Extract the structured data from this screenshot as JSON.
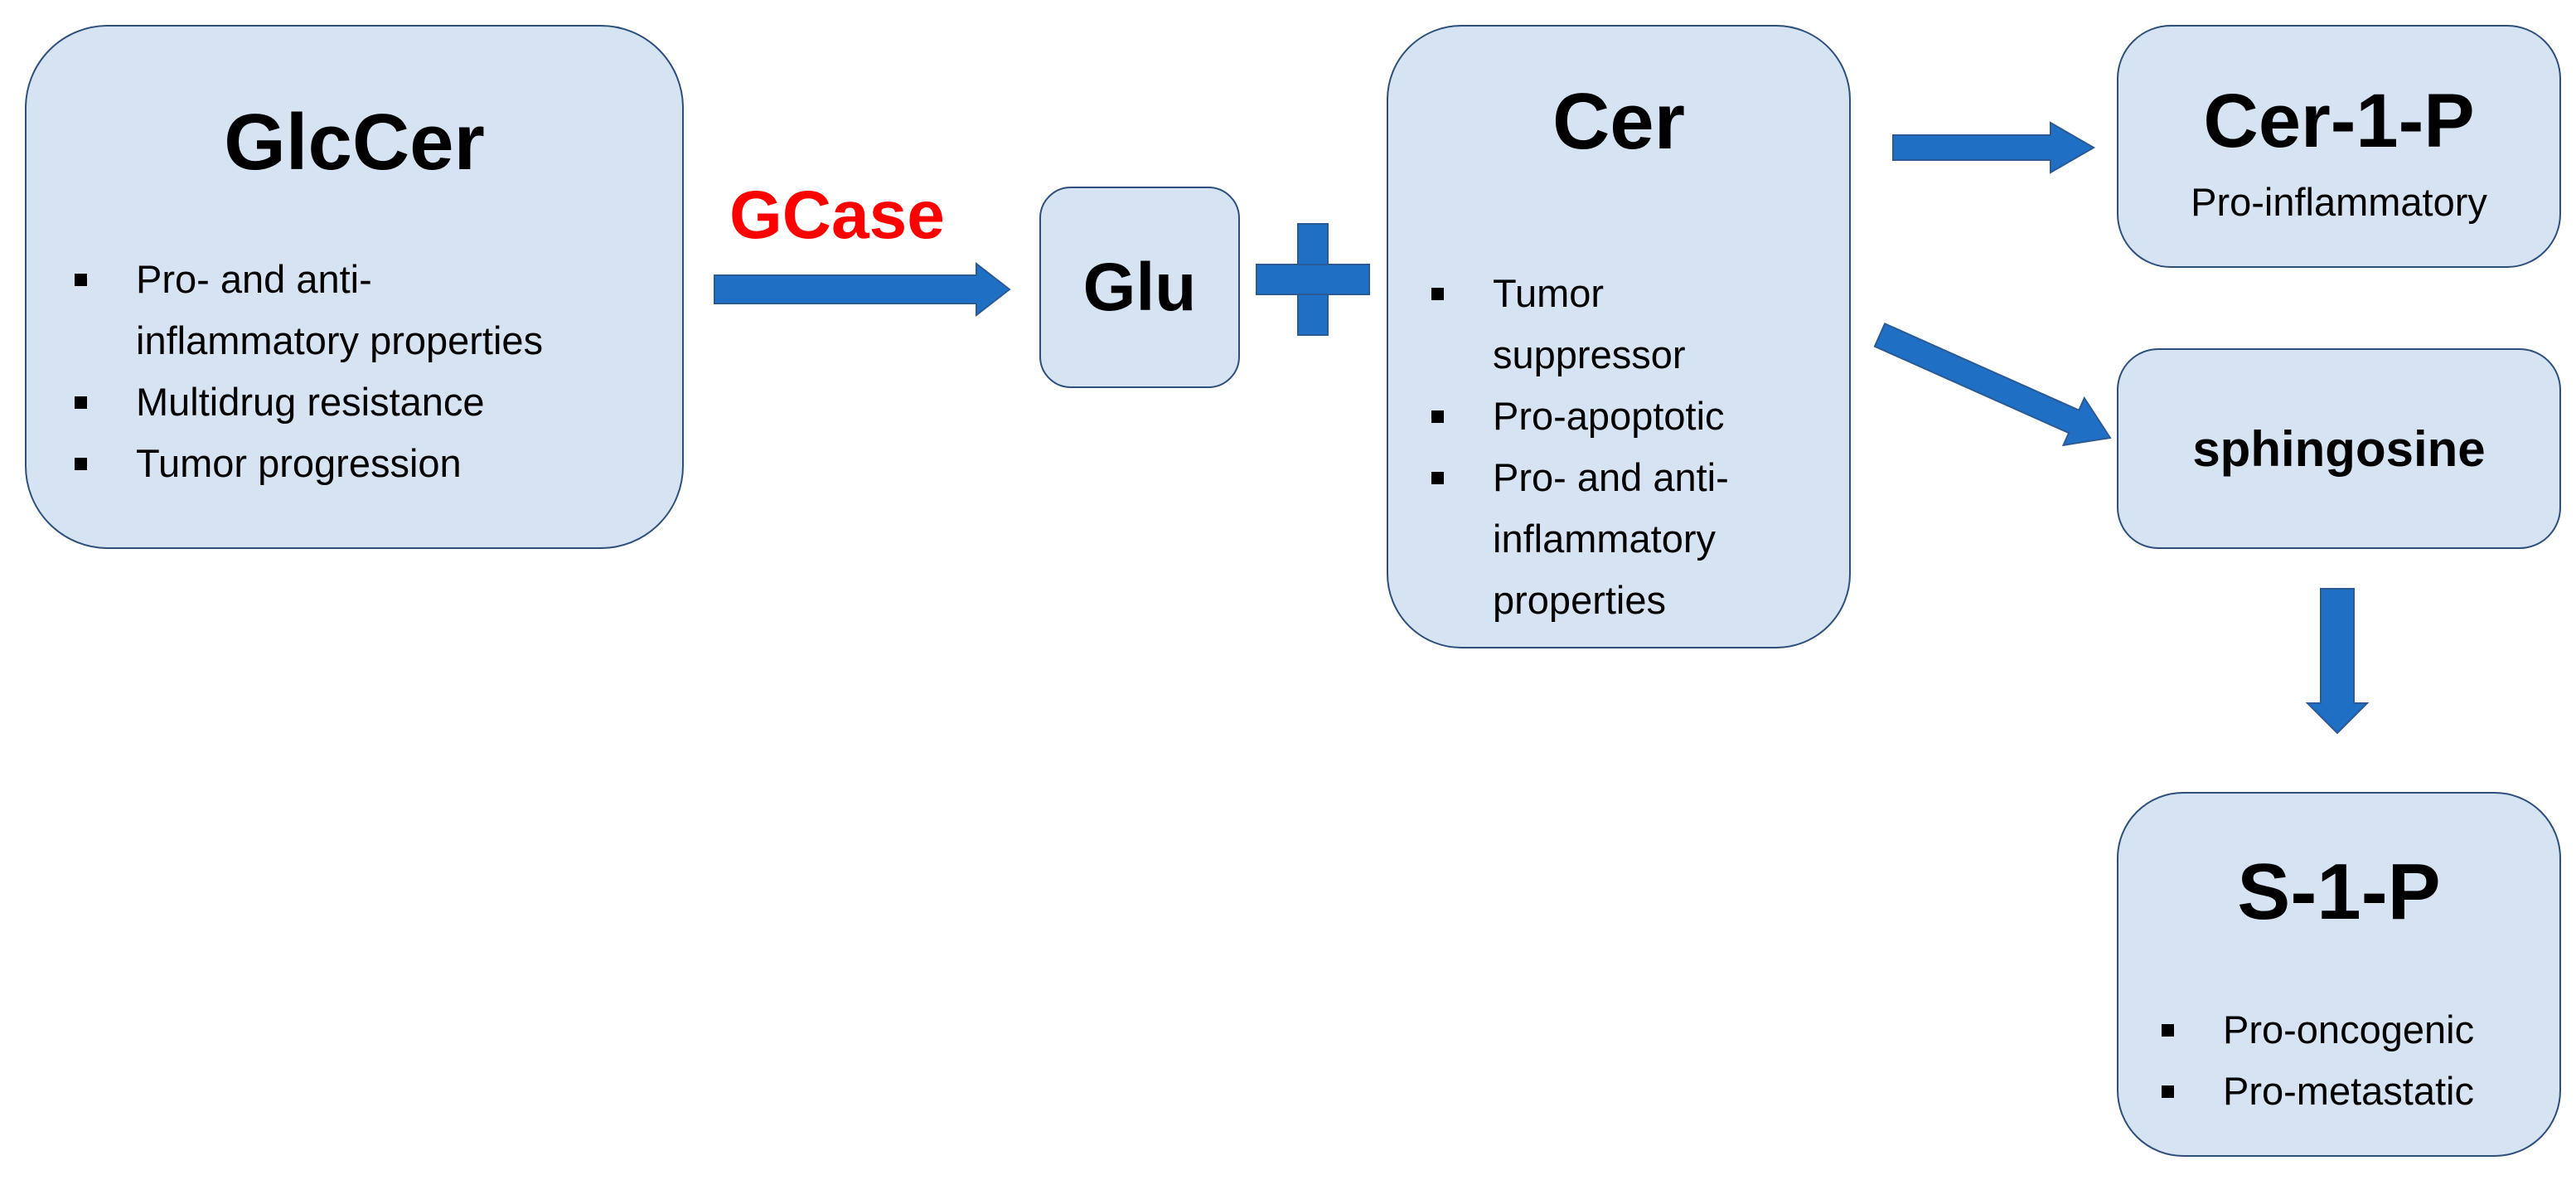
{
  "colors": {
    "node_fill": "#d6e3f3",
    "node_border": "#2d4f7a",
    "arrow": "#1f6fc4",
    "enzyme_label": "#ff0000"
  },
  "nodes": {
    "glccer": {
      "title": "GlcCer",
      "items": [
        "Pro- and anti-",
        "inflammatory properties",
        "Multidrug resistance",
        "Tumor progression"
      ]
    },
    "glu": {
      "title": "Glu"
    },
    "cer": {
      "title": "Cer",
      "items": [
        "Tumor",
        "suppressor",
        "Pro-apoptotic",
        "Pro- and anti-",
        "inflammatory",
        "properties"
      ]
    },
    "cer1p": {
      "title": "Cer-1-P",
      "subtitle": "Pro-inflammatory"
    },
    "sphingosine": {
      "title": "sphingosine"
    },
    "s1p": {
      "title": "S-1-P",
      "items": [
        "Pro-oncogenic",
        "Pro-metastatic"
      ]
    }
  },
  "edges": {
    "enzyme_label": "GCase",
    "plus_icon": "plus-icon"
  }
}
